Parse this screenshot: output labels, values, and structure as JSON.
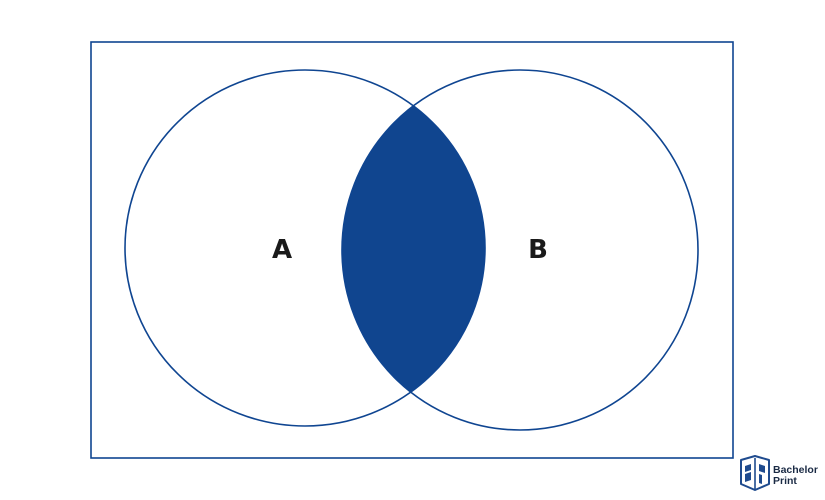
{
  "diagram": {
    "type": "venn",
    "sets": [
      {
        "id": "A",
        "label": "A"
      },
      {
        "id": "B",
        "label": "B"
      }
    ],
    "highlighted_region": "A ∩ B",
    "colors": {
      "stroke": "#0f4591",
      "fill": "#10458f",
      "background": "#ffffff"
    }
  },
  "brand": {
    "line1": "Bachelor",
    "line2": "Print",
    "logo_icon": "book-icon",
    "color": "#1f4b8e"
  }
}
